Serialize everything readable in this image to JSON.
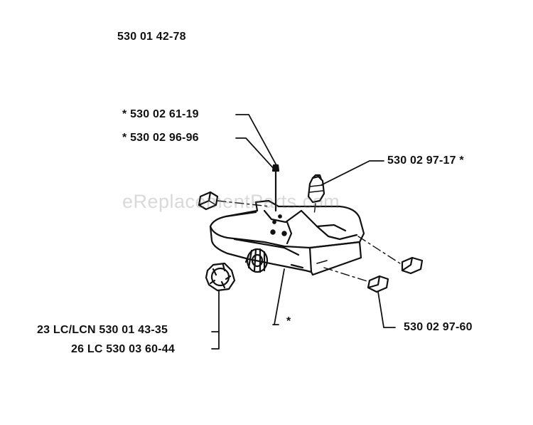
{
  "labels": {
    "top_part_number": "530 01 42-78",
    "part_a": "* 530 02 61-19",
    "part_b": "* 530 02 96-96",
    "part_c": "530 02 97-17 *",
    "part_d": "530 02 97-60",
    "part_e": "23 LC/LCN 530 01 43-35",
    "part_f": "26 LC 530 03 60-44",
    "asterisk_marker": "*"
  },
  "watermark": "eReplacementParts.com",
  "colors": {
    "line": "#111111",
    "background": "#ffffff",
    "watermark": "#8a8a8a"
  }
}
